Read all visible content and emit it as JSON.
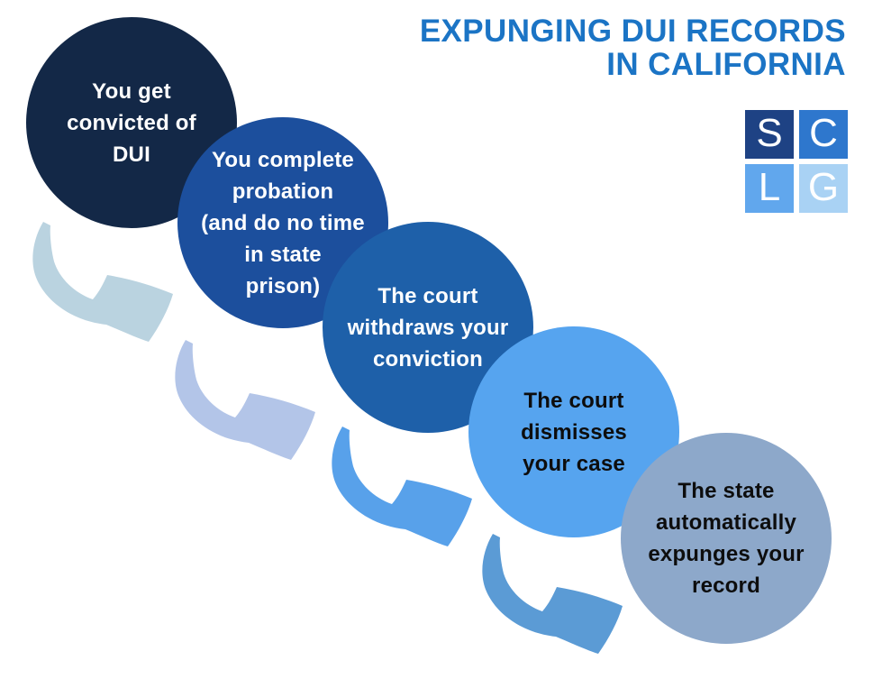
{
  "title": {
    "line1": "EXPUNGING DUI RECORDS",
    "line2": "IN CALIFORNIA",
    "color": "#1b74c5"
  },
  "logo": {
    "letter_color": "#fdfeff",
    "squares": [
      {
        "letter": "S",
        "bg": "#1e4284"
      },
      {
        "letter": "C",
        "bg": "#2e77cd"
      },
      {
        "letter": "L",
        "bg": "#61a7ed"
      },
      {
        "letter": "G",
        "bg": "#a9d2f4"
      }
    ]
  },
  "steps": [
    {
      "label": "You get\nconvicted of\nDUI",
      "bg": "#132847",
      "text_color": "#ffffff"
    },
    {
      "label": "You complete\nprobation\n(and do no time\nin state\nprison)",
      "bg": "#1c4f9d",
      "text_color": "#ffffff"
    },
    {
      "label": "The court\nwithdraws your\nconviction",
      "bg": "#1e60a9",
      "text_color": "#ffffff"
    },
    {
      "label": "The court\ndismisses\nyour case",
      "bg": "#56a4ef",
      "text_color": "#0d0d0d"
    },
    {
      "label": "The state\nautomatically\nexpunges your\nrecord",
      "bg": "#8da8ca",
      "text_color": "#0d0d0d"
    }
  ],
  "arrows": [
    {
      "color": "#bad3e0"
    },
    {
      "color": "#b3c5e8"
    },
    {
      "color": "#58a1ea"
    },
    {
      "color": "#5b9bd5"
    }
  ]
}
